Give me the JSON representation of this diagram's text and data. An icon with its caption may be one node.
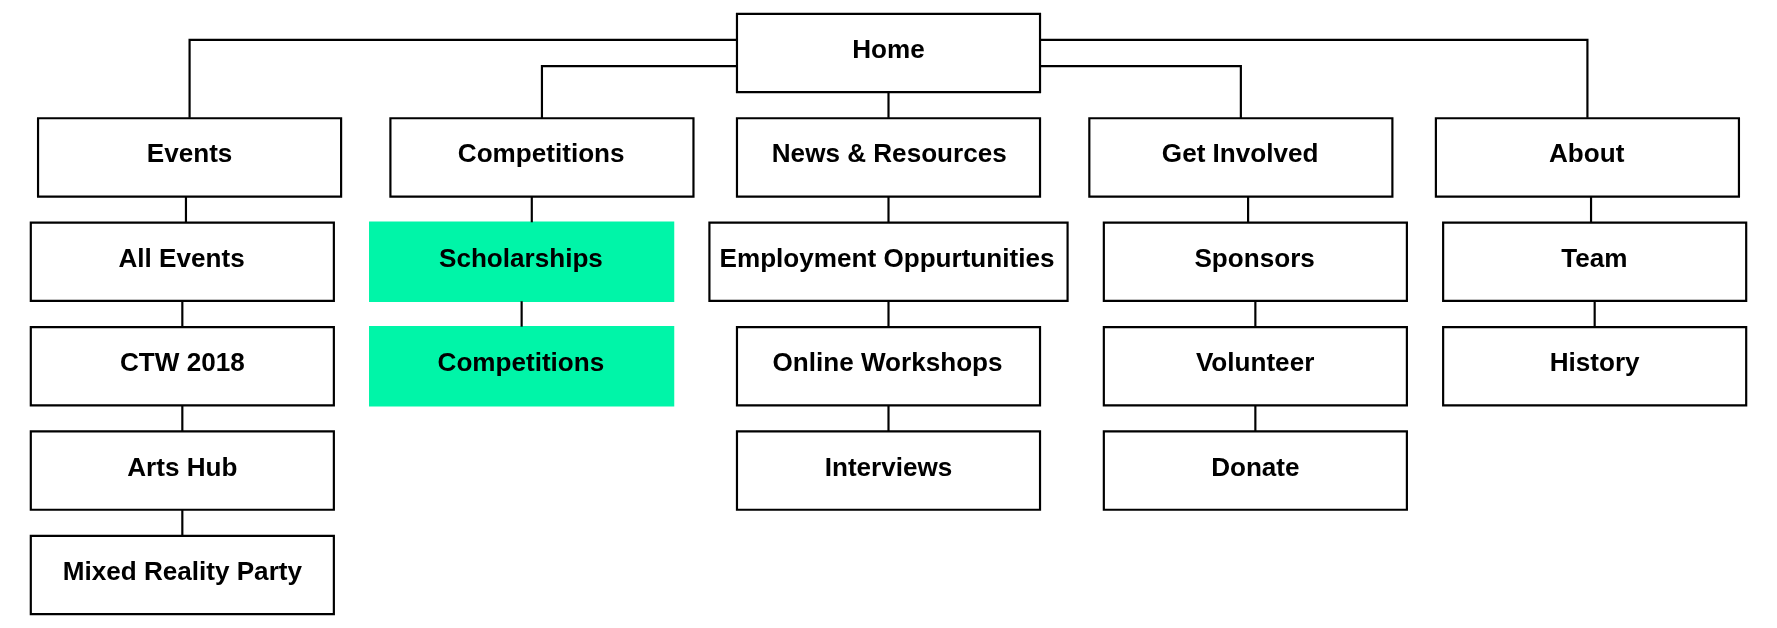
{
  "diagram": {
    "nodes": [
      {
        "text": [
          "Home"
        ]
      },
      {
        "text": [
          "Events"
        ]
      },
      {
        "text": [
          "Competitions"
        ]
      },
      {
        "text": [
          "News & Resources"
        ]
      },
      {
        "text": [
          "Get Involved"
        ]
      },
      {
        "text": [
          "About"
        ]
      },
      {
        "text": [
          "All Events"
        ]
      },
      {
        "text": [
          "CTW 2018"
        ]
      },
      {
        "text": [
          "Arts Hub"
        ]
      },
      {
        "text": [
          "Mixed Reality Party"
        ]
      },
      {
        "text": [
          "Scholarships"
        ]
      },
      {
        "text": [
          "Competitions"
        ]
      },
      {
        "text": [
          "Employment Oppurtunities"
        ]
      },
      {
        "text": [
          "Online Workshops"
        ]
      },
      {
        "text": [
          "Interviews"
        ]
      },
      {
        "text": [
          "Sponsors"
        ]
      },
      {
        "text": [
          "Volunteer"
        ]
      },
      {
        "text": [
          "Donate"
        ]
      },
      {
        "text": [
          "Team"
        ]
      },
      {
        "text": [
          "History"
        ]
      }
    ],
    "edges": [
      {
        "from": 0,
        "to": 1,
        "arrow": "none"
      },
      {
        "from": 0,
        "to": 2,
        "arrow": "none"
      },
      {
        "from": 0,
        "to": 3,
        "arrow": "none"
      },
      {
        "from": 0,
        "to": 4,
        "arrow": "none"
      },
      {
        "from": 0,
        "to": 5,
        "arrow": "none"
      },
      {
        "from": 1,
        "to": 6,
        "arrow": "none"
      },
      {
        "from": 6,
        "to": 7,
        "arrow": "none"
      },
      {
        "from": 7,
        "to": 8,
        "arrow": "none"
      },
      {
        "from": 8,
        "to": 9,
        "arrow": "none"
      },
      {
        "from": 2,
        "to": 10,
        "arrow": "none"
      },
      {
        "from": 10,
        "to": 11,
        "arrow": "none"
      },
      {
        "from": 3,
        "to": 12,
        "arrow": "none"
      },
      {
        "from": 12,
        "to": 13,
        "arrow": "none"
      },
      {
        "from": 13,
        "to": 14,
        "arrow": "none"
      },
      {
        "from": 4,
        "to": 15,
        "arrow": "none"
      },
      {
        "from": 15,
        "to": 16,
        "arrow": "none"
      },
      {
        "from": 16,
        "to": 17,
        "arrow": "none"
      },
      {
        "from": 5,
        "to": 18,
        "arrow": "none"
      },
      {
        "from": 18,
        "to": 19,
        "arrow": "none"
      }
    ]
  }
}
